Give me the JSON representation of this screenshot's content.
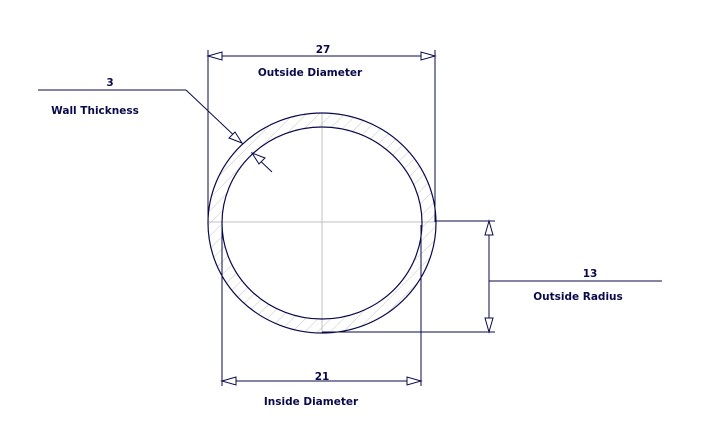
{
  "outside_diameter": {
    "value": "27",
    "label": "Outside Diameter"
  },
  "inside_diameter": {
    "value": "21",
    "label": "Inside Diameter"
  },
  "wall_thickness": {
    "value": "3",
    "label": "Wall Thickness"
  },
  "outside_radius": {
    "value": "13",
    "label": "Outside Radius"
  },
  "colors": {
    "line": "#0a0a4a",
    "centerline": "#c0c0c0",
    "hatch": "#c8c8c8"
  }
}
